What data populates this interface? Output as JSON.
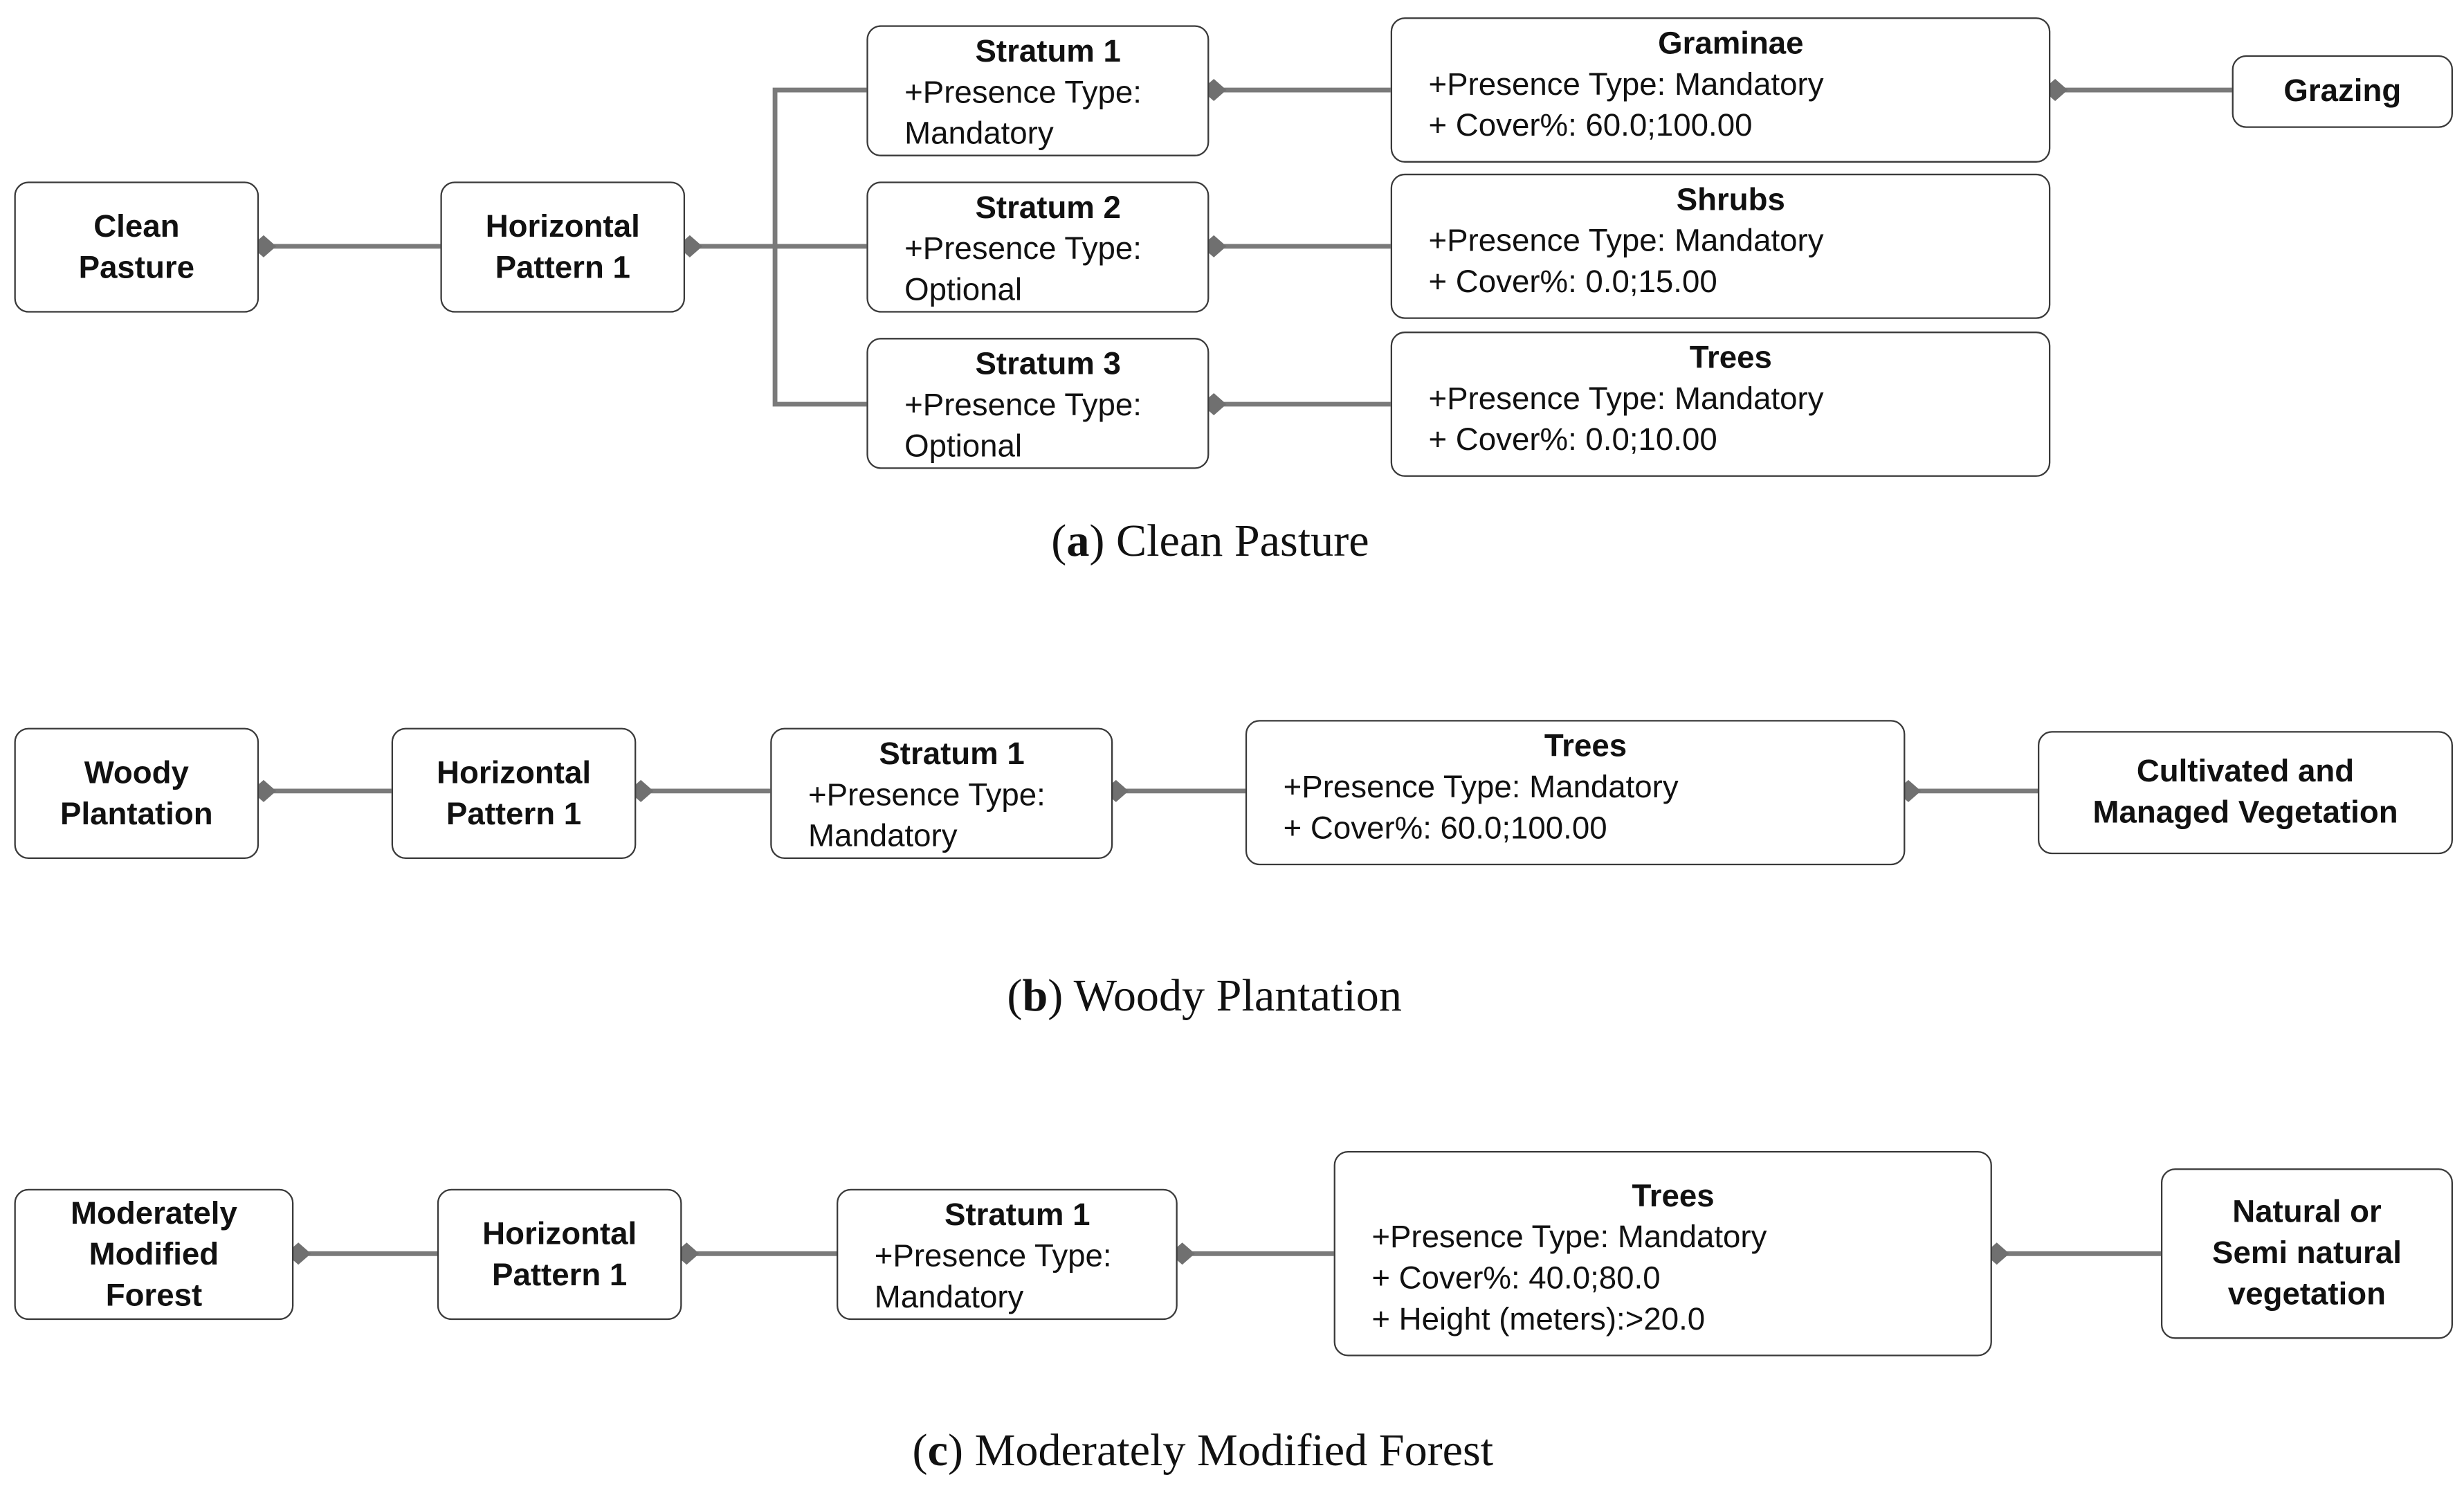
{
  "panels": {
    "a": {
      "caption": {
        "letter": "a",
        "text": "Clean Pasture"
      },
      "class_box": [
        "Clean",
        "Pasture"
      ],
      "pattern_box": [
        "Horizontal",
        "Pattern 1"
      ],
      "strata": [
        {
          "title": "Stratum 1",
          "lines": [
            "+Presence  Type:",
            "Mandatory"
          ]
        },
        {
          "title": "Stratum 2",
          "lines": [
            "+Presence  Type:",
            "Optional"
          ]
        },
        {
          "title": "Stratum 3",
          "lines": [
            "+Presence  Type:",
            "Optional"
          ]
        }
      ],
      "elements": [
        {
          "title": "Graminae",
          "lines": [
            "+Presence Type: Mandatory",
            "+ Cover%: 60.0;100.00"
          ]
        },
        {
          "title": "Shrubs",
          "lines": [
            "+Presence Type: Mandatory",
            "+ Cover%: 0.0;15.00"
          ]
        },
        {
          "title": "Trees",
          "lines": [
            "+Presence Type: Mandatory",
            "+ Cover%: 0.0;10.00"
          ]
        }
      ],
      "property_box": [
        "Grazing"
      ]
    },
    "b": {
      "caption": {
        "letter": "b",
        "text": "Woody Plantation"
      },
      "class_box": [
        "Woody",
        "Plantation"
      ],
      "pattern_box": [
        "Horizontal",
        "Pattern 1"
      ],
      "stratum": {
        "title": "Stratum 1",
        "lines": [
          "+Presence  Type:",
          "Mandatory"
        ]
      },
      "element": {
        "title": "Trees",
        "lines": [
          "+Presence Type: Mandatory",
          "+ Cover%: 60.0;100.00"
        ]
      },
      "parent_box": [
        "Cultivated and",
        "Managed Vegetation"
      ]
    },
    "c": {
      "caption": {
        "letter": "c",
        "text": "Moderately Modified Forest"
      },
      "class_box": [
        "Moderately",
        "Modified",
        "Forest"
      ],
      "pattern_box": [
        "Horizontal",
        "Pattern 1"
      ],
      "stratum": {
        "title": "Stratum 1",
        "lines": [
          "+Presence  Type:",
          "Mandatory"
        ]
      },
      "element": {
        "title": "Trees",
        "lines": [
          "+Presence Type: Mandatory",
          "+ Cover%: 40.0;80.0",
          "+ Height (meters):>20.0"
        ]
      },
      "parent_box": [
        "Natural or",
        "Semi natural",
        "vegetation"
      ]
    }
  }
}
